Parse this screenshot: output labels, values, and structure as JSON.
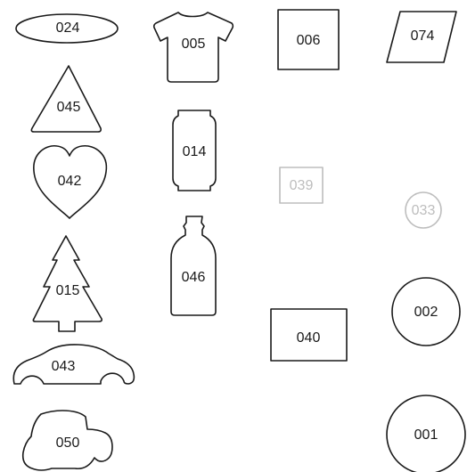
{
  "colors": {
    "stroke": "#1a1a1a",
    "disabled": "#bdbdbd",
    "background": "#ffffff"
  },
  "shapes": {
    "s024": {
      "label": "024",
      "icon": "ellipse-icon",
      "disabled": false
    },
    "s005": {
      "label": "005",
      "icon": "t-shirt-icon",
      "disabled": false
    },
    "s006": {
      "label": "006",
      "icon": "square-icon",
      "disabled": false
    },
    "s074": {
      "label": "074",
      "icon": "parallelogram-icon",
      "disabled": false
    },
    "s045": {
      "label": "045",
      "icon": "triangle-icon",
      "disabled": false
    },
    "s014": {
      "label": "014",
      "icon": "can-icon",
      "disabled": false
    },
    "s042": {
      "label": "042",
      "icon": "heart-icon",
      "disabled": false
    },
    "s039": {
      "label": "039",
      "icon": "rectangle-icon",
      "disabled": true
    },
    "s033": {
      "label": "033",
      "icon": "circle-icon",
      "disabled": true
    },
    "s046": {
      "label": "046",
      "icon": "bottle-icon",
      "disabled": false
    },
    "s015": {
      "label": "015",
      "icon": "tree-icon",
      "disabled": false
    },
    "s002": {
      "label": "002",
      "icon": "circle-icon",
      "disabled": false
    },
    "s040": {
      "label": "040",
      "icon": "rectangle-icon",
      "disabled": false
    },
    "s043": {
      "label": "043",
      "icon": "car-icon",
      "disabled": false
    },
    "s001": {
      "label": "001",
      "icon": "circle-icon",
      "disabled": false
    },
    "s050": {
      "label": "050",
      "icon": "tractor-icon",
      "disabled": false
    }
  }
}
